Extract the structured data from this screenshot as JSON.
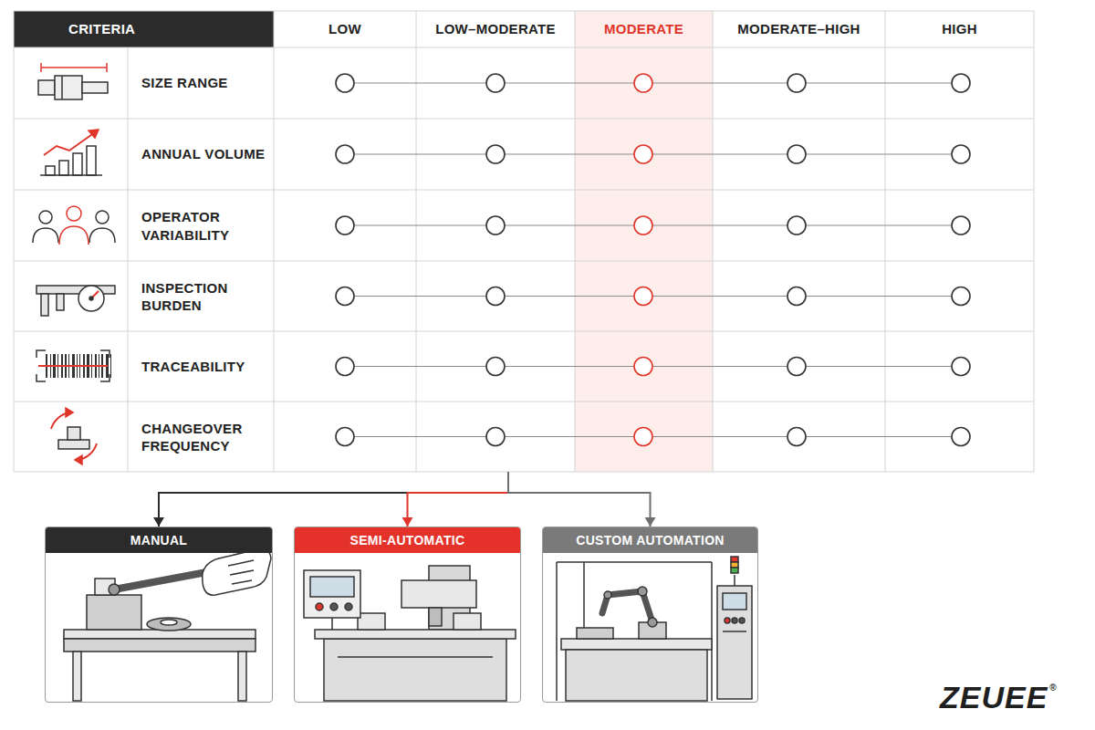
{
  "diagram": {
    "nodes": [
      {
        "text": [
          "CRITERIA",
          "LOW",
          "LOW–MODERATE",
          "MODERATE",
          "MODERATE–HIGH",
          "HIGH",
          "SIZE RANGE",
          "ANNUAL VOLUME",
          "OPERATOR VARIABILITY",
          "INSPECTION BURDEN",
          "TRACEABILITY",
          "CHANGEOVER FREQUENCY"
        ]
      },
      {
        "text": [
          "MANUAL"
        ]
      },
      {
        "text": [
          "SEMI-AUTOMATIC"
        ]
      },
      {
        "text": [
          "CUSTOM AUTOMATION"
        ]
      }
    ],
    "edges": [
      {
        "from": 0,
        "to": 1,
        "arrow": "to"
      },
      {
        "from": 0,
        "to": 2,
        "arrow": "to"
      },
      {
        "from": 0,
        "to": 3,
        "arrow": "to"
      }
    ],
    "labels": [
      "ZEUEE",
      "®"
    ]
  }
}
